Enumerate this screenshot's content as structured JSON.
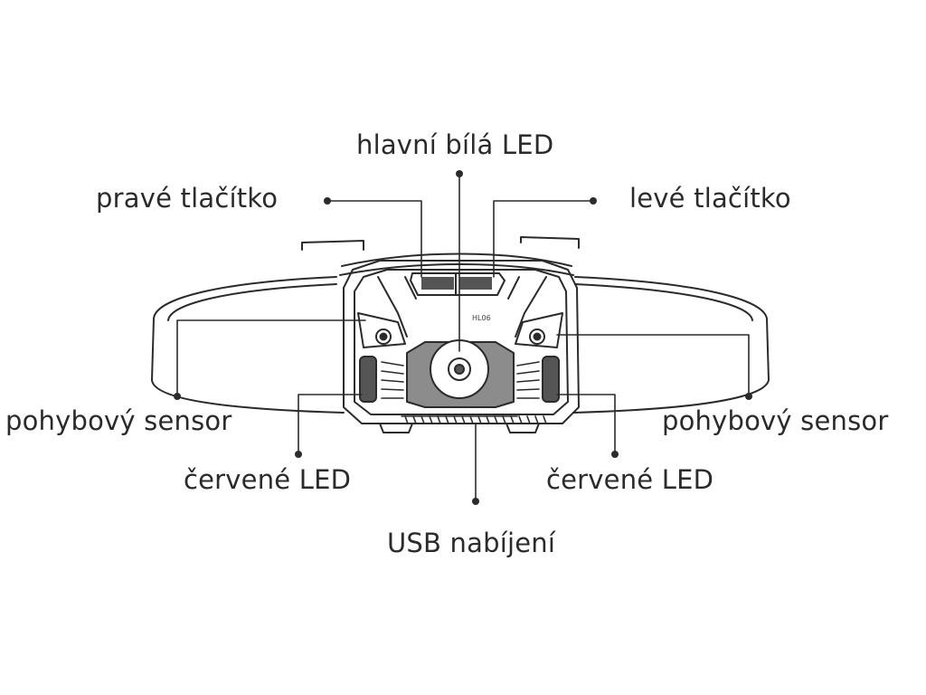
{
  "diagram": {
    "device_model": "HL06",
    "colors": {
      "ink": "#2b2b2b",
      "fill_light": "#ffffff",
      "fill_dark": "#555555",
      "fill_mid": "#8c8c8c"
    },
    "labels": {
      "main_led": "hlavní bílá LED",
      "right_button": "pravé tlačítko",
      "left_button": "levé tlačítko",
      "motion_sensor_left": "pohybový sensor",
      "motion_sensor_right": "pohybový sensor",
      "red_led_left": "červené LED",
      "red_led_right": "červené LED",
      "usb_charging": "USB nabíjení"
    }
  }
}
